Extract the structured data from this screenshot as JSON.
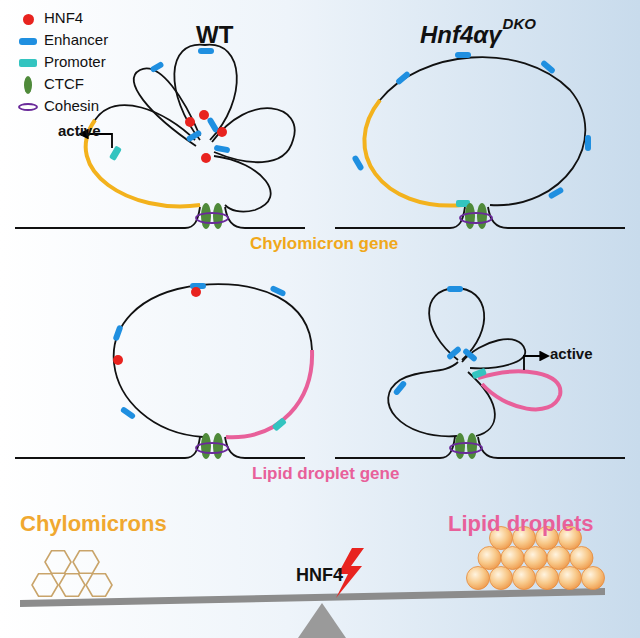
{
  "diagram": {
    "labels": [
      "WT",
      "Hnf4αγ",
      "DKO",
      "active",
      "Chylomicron gene",
      "active",
      "Lipid droplet gene",
      "Chylomicrons",
      "HNF4",
      "Lipid droplets"
    ],
    "legend": [
      {
        "text": "HNF4",
        "color": "#e8231f"
      },
      {
        "text": "Enhancer",
        "color": "#1f8fe0"
      },
      {
        "text": "Promoter",
        "color": "#33c4c0"
      },
      {
        "text": "CTCF",
        "color": "#4f8a3a"
      },
      {
        "text": "Cohesin",
        "color": "#6a2a9a"
      }
    ]
  }
}
